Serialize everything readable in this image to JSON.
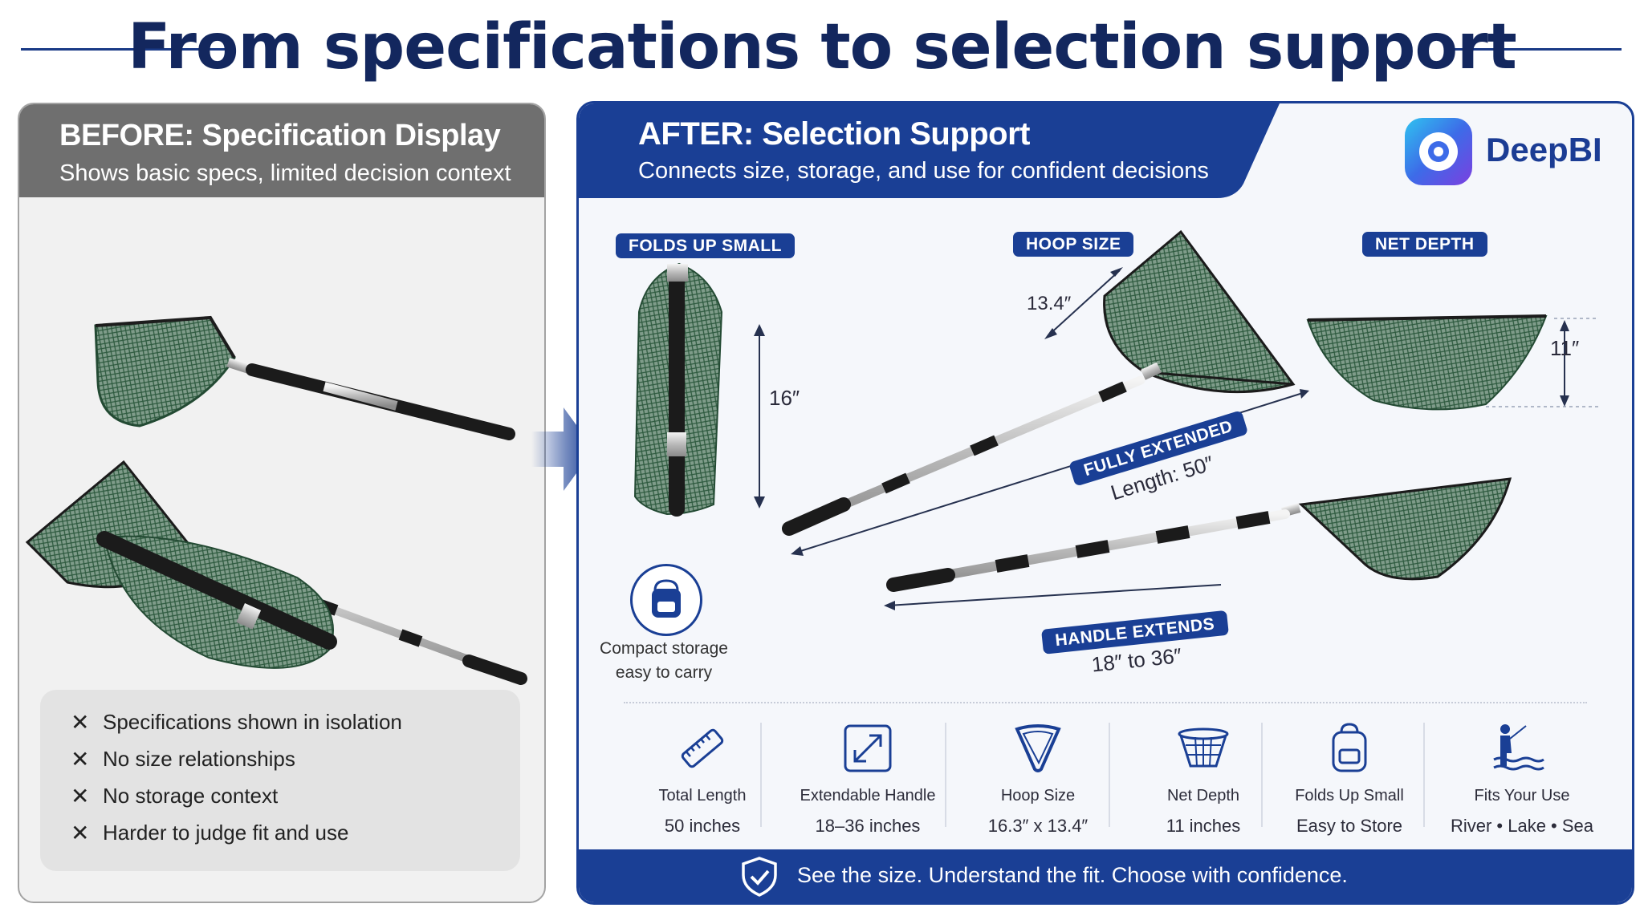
{
  "headline": "From specifications to selection support",
  "before": {
    "title": "BEFORE: Specification Display",
    "subtitle": "Shows basic specs, limited decision context",
    "issues": [
      "Specifications shown in isolation",
      "No size relationships",
      "No storage context",
      "Harder to judge fit and use"
    ]
  },
  "after": {
    "title": "AFTER: Selection Support",
    "subtitle": "Connects size, storage, and use for confident decisions",
    "brand": "DeepBI",
    "callouts": {
      "folds_pill": "FOLDS UP SMALL",
      "folds_dim": "16″",
      "hoop_pill": "HOOP SIZE",
      "hoop_dim": "13.4″",
      "depth_pill": "NET DEPTH",
      "depth_dim": "11″",
      "extended_pill": "FULLY EXTENDED",
      "extended_dim": "Length: 50″",
      "handle_pill": "HANDLE EXTENDS",
      "handle_dim": "18″ to 36″",
      "storage_caption_1": "Compact storage",
      "storage_caption_2": "easy to carry"
    },
    "features": [
      {
        "icon": "ruler-icon",
        "label": "Total Length",
        "value": "50 inches"
      },
      {
        "icon": "expand-icon",
        "label": "Extendable Handle",
        "value": "18–36 inches"
      },
      {
        "icon": "hoop-icon",
        "label": "Hoop Size",
        "value": "16.3″ x 13.4″"
      },
      {
        "icon": "net-basket-icon",
        "label": "Net Depth",
        "value": "11 inches"
      },
      {
        "icon": "backpack-icon",
        "label": "Folds Up Small",
        "value": "Easy to Store"
      },
      {
        "icon": "angler-icon",
        "label": "Fits Your Use",
        "value": "River • Lake • Sea"
      }
    ],
    "footer": "See the size. Understand the fit. Choose with confidence."
  },
  "colors": {
    "navy": "#13275e",
    "brand_blue": "#1a3f95",
    "net_green": "#3e6b4f",
    "before_gray": "#6f6f6f"
  }
}
